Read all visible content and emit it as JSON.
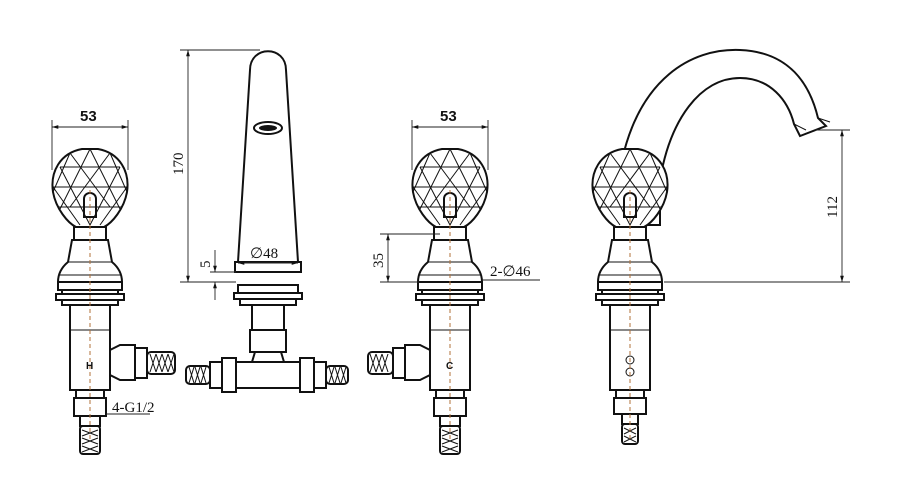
{
  "drawing": {
    "views": [
      "hot-handle-front",
      "spout-front",
      "cold-handle-front",
      "faucet-side"
    ],
    "dimensions": {
      "handle_width_left": "53",
      "spout_height": "170",
      "flange_thickness": "5",
      "spout_base_diameter": "∅48",
      "handle_base_height": "35",
      "handle_base_diameter": "2-∅46",
      "handle_width_right": "53",
      "spout_outlet_height": "112",
      "connection_thread": "4-G1/2"
    },
    "markers": {
      "hot": "H",
      "cold": "C"
    }
  }
}
